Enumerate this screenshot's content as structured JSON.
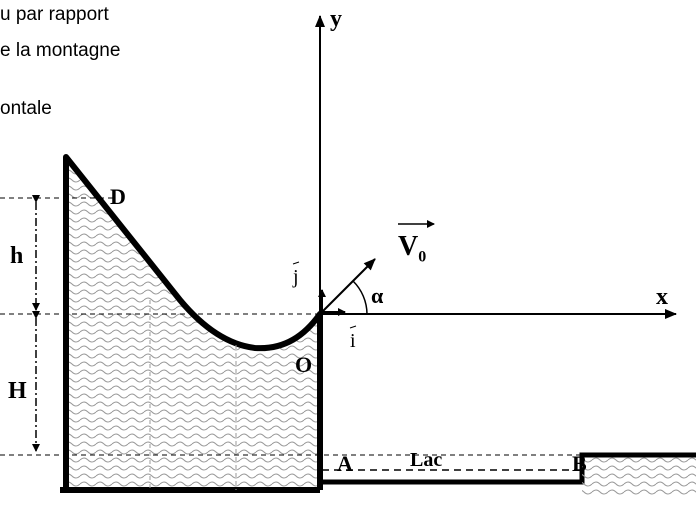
{
  "text_lines": [
    "u par rapport",
    "e la montagne",
    "ontale"
  ],
  "labels": {
    "y_axis": "y",
    "x_axis": "x",
    "point_D": "D",
    "point_O": "O",
    "point_A": "A",
    "point_B": "B",
    "height_h": "h",
    "height_H": "H",
    "velocity": "V",
    "velocity_sub": "0",
    "angle": "α",
    "unit_i": "i",
    "unit_j": "j",
    "lake": "Lac"
  },
  "colors": {
    "ink": "#000000",
    "hatch": "#9a9a9a",
    "background": "#ffffff"
  }
}
